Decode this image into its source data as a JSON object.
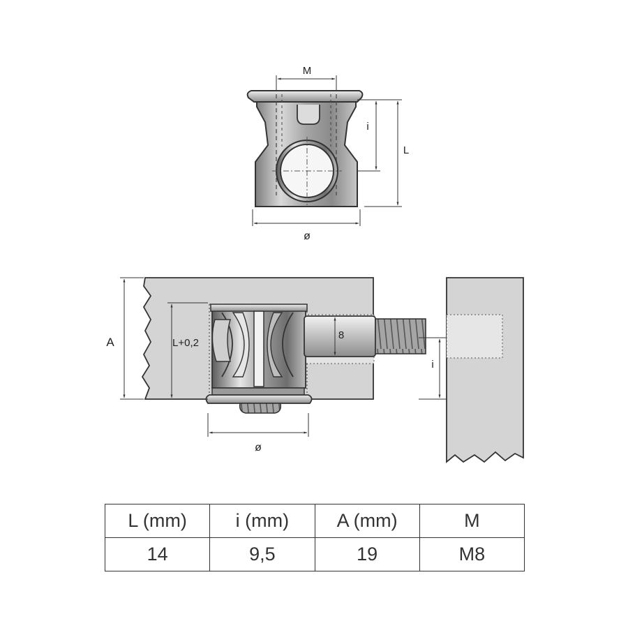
{
  "labels": {
    "top_M": "M",
    "top_i": "i",
    "top_L": "L",
    "top_diameter": "ø",
    "side_A": "A",
    "side_L_plus": "L+0,2",
    "side_8": "8",
    "side_i": "i",
    "side_diameter": "ø"
  },
  "table": {
    "headers": [
      "L (mm)",
      "i (mm)",
      "A (mm)",
      "M"
    ],
    "row": [
      "14",
      "9,5",
      "19",
      "M8"
    ]
  }
}
